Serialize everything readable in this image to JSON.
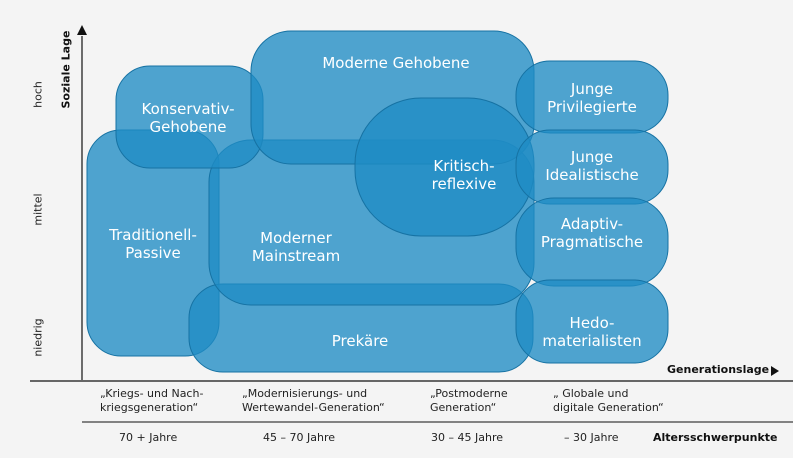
{
  "y_axis": {
    "title": "Soziale Lage",
    "levels": [
      "hoch",
      "mittel",
      "niedrig"
    ]
  },
  "x_axis": {
    "title": "Generationslage"
  },
  "generations": [
    {
      "line1": "„Kriegs- und Nach-",
      "line2": "kriegsgeneration“",
      "age": "70 + Jahre"
    },
    {
      "line1": "„Modernisierungs- und",
      "line2": "Wertewandel-Generation“",
      "age": "45 – 70 Jahre"
    },
    {
      "line1": "„Postmoderne",
      "line2": "Generation“",
      "age": "30 – 45 Jahre"
    },
    {
      "line1": "„ Globale und",
      "line2": "digitale Generation“",
      "age": "– 30 Jahre"
    }
  ],
  "age_axis_title": "Altersschwerpunkte",
  "segments": {
    "moderne_gehobene": "Moderne Gehobene",
    "konservativ_gehobene_1": "Konservativ-",
    "konservativ_gehobene_2": "Gehobene",
    "junge_privilegierte_1": "Junge",
    "junge_privilegierte_2": "Privilegierte",
    "kritisch_reflexive_1": "Kritisch-",
    "kritisch_reflexive_2": "reflexive",
    "junge_idealistische_1": "Junge",
    "junge_idealistische_2": "Idealistische",
    "traditionell_passive_1": "Traditionell-",
    "traditionell_passive_2": "Passive",
    "moderner_mainstream_1": "Moderner",
    "moderner_mainstream_2": "Mainstream",
    "adaptiv_pragmatische_1": "Adaptiv-",
    "adaptiv_pragmatische_2": "Pragmatische",
    "prekaere": "Prekäre",
    "hedo_materialisten_1": "Hedo-",
    "hedo_materialisten_2": "materialisten"
  },
  "colors": {
    "blob_fill": "#1f8cc4",
    "blob_stroke": "#1672a3",
    "axis": "#111111",
    "background": "#f4f4f4"
  }
}
